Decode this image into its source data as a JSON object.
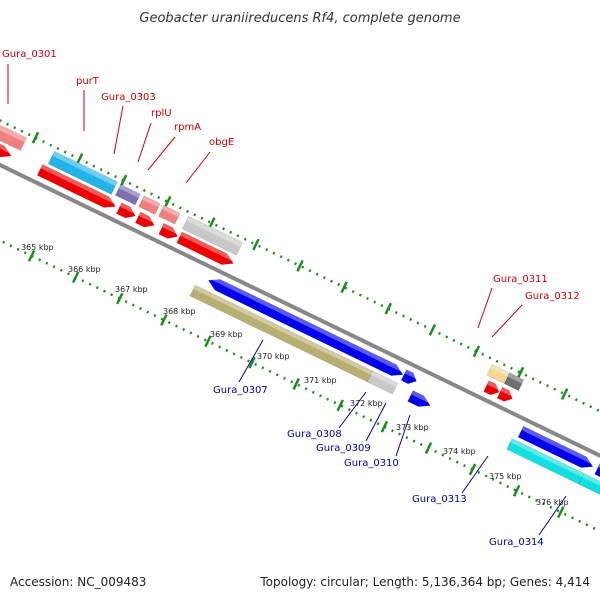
{
  "title": "Geobacter uraniireducens Rf4, complete genome",
  "accession": "Accession: NC_009483",
  "topology": "Topology: circular; Length: 5,136,364 bp; Genes: 4,414",
  "colors": {
    "forward_label": "#cc0000",
    "reverse_label": "#0000aa",
    "backbone": "#888888",
    "tick": "#1e8c1e"
  },
  "scale_labels": [
    "365 kbp",
    "366 kbp",
    "367 kbp",
    "368 kbp",
    "369 kbp",
    "370 kbp",
    "371 kbp",
    "372 kbp",
    "373 kbp",
    "374 kbp",
    "375 kbp",
    "376 kbp"
  ],
  "forward_gene_labels": [
    "Gura_0301",
    "purT",
    "Gura_0303",
    "rplU",
    "rpmA",
    "obgE",
    "Gura_0311",
    "Gura_0312"
  ],
  "reverse_gene_labels": [
    "Gura_0307",
    "Gura_0308",
    "Gura_0309",
    "Gura_0310",
    "Gura_0313",
    "Gura_0314"
  ]
}
